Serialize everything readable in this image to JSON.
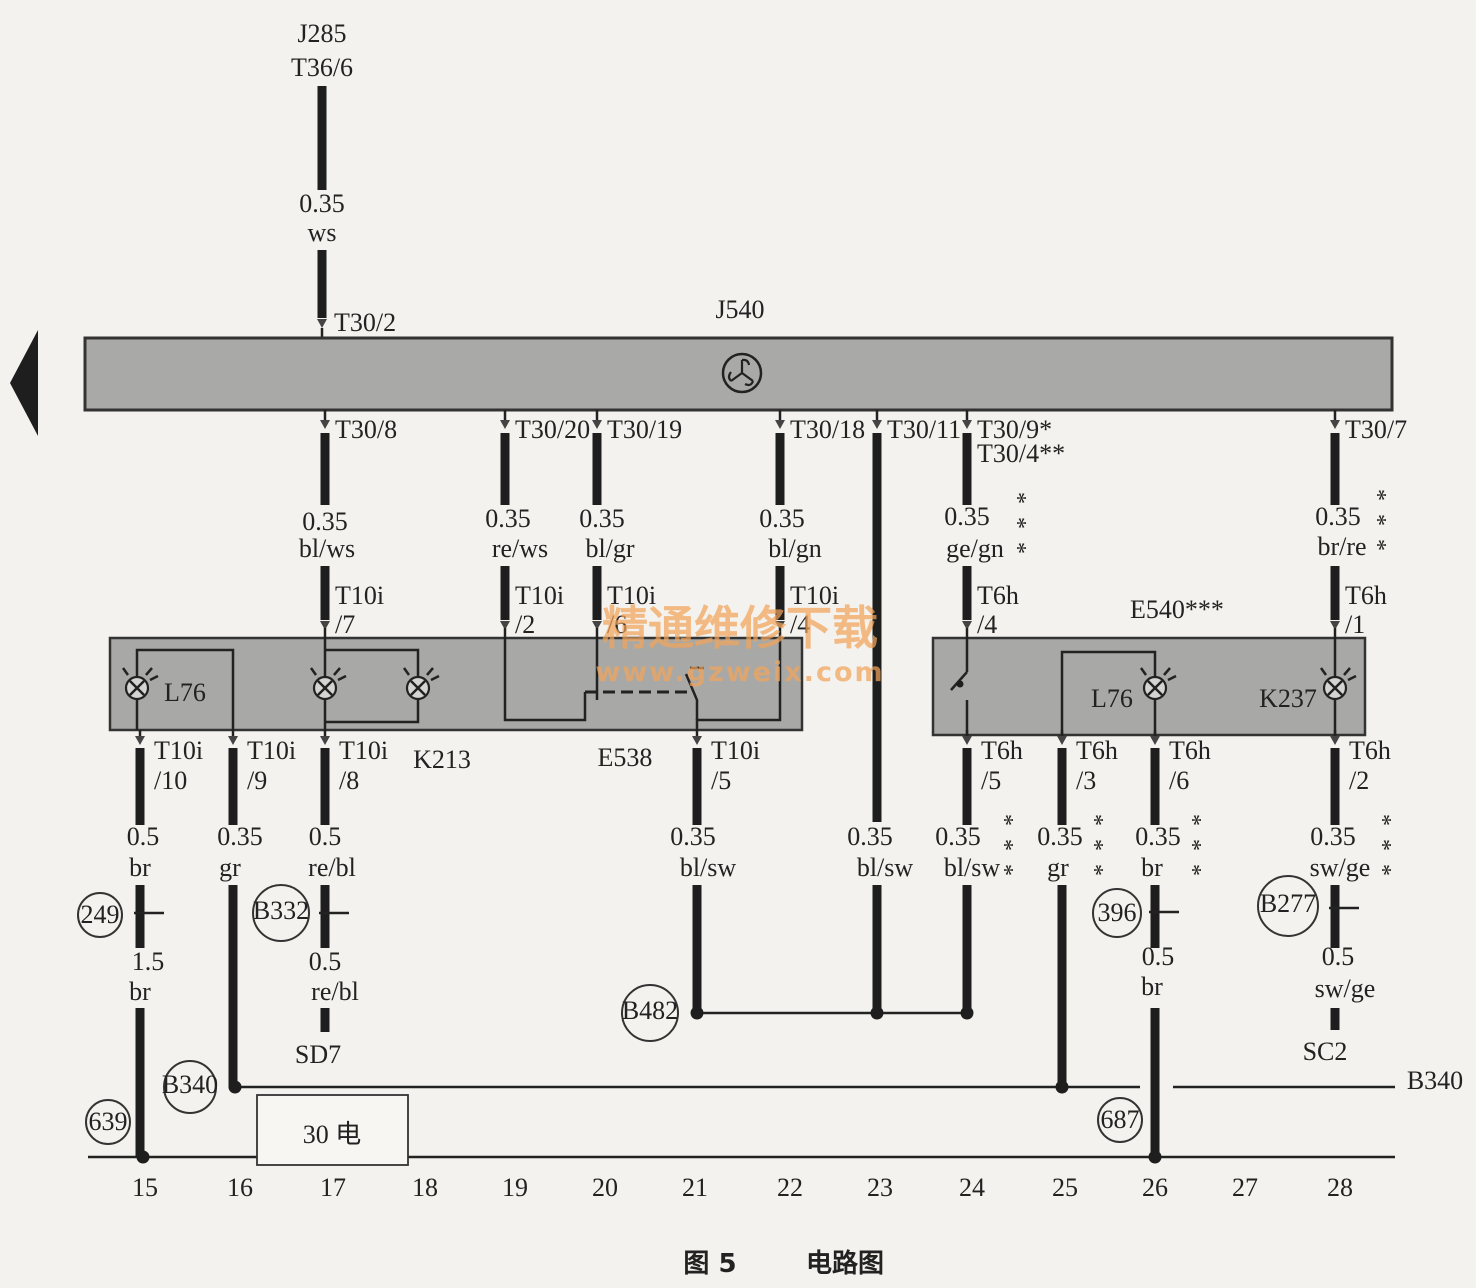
{
  "header": {
    "source_component": "J285",
    "source_pin": "T36/6"
  },
  "top_wire": {
    "gauge": "0.35",
    "color": "ws",
    "pin": "T30/2"
  },
  "j540": {
    "label": "J540"
  },
  "j540_outputs": [
    {
      "pin": "T30/8",
      "gauge": "0.35",
      "color": "bl/ws",
      "conn": "T10i",
      "conn_pin": "/7"
    },
    {
      "pin": "T30/20",
      "gauge": "0.35",
      "color": "re/ws",
      "conn": "T10i",
      "conn_pin": "/2"
    },
    {
      "pin": "T30/19",
      "gauge": "0.35",
      "color": "bl/gr",
      "conn": "T10i",
      "conn_pin": "/6"
    },
    {
      "pin": "T30/18",
      "gauge": "0.35",
      "color": "bl/gn",
      "conn": "T10i",
      "conn_pin": "/4"
    },
    {
      "pin": "T30/11",
      "gauge": "0.35",
      "color": "bl/sw"
    },
    {
      "pin": "T30/9*",
      "pin_alt": "T30/4**",
      "gauge": "0.35",
      "color": "ge/gn",
      "note": "***",
      "conn": "T6h",
      "conn_pin": "/4"
    },
    {
      "pin": "T30/7",
      "gauge": "0.35",
      "color": "br/re",
      "note": "***",
      "conn": "T6h",
      "conn_pin": "/1"
    }
  ],
  "module_left": {
    "lamp_label": "L76",
    "relay_label": "K213",
    "switch_label": "E538"
  },
  "module_right": {
    "label": "E540***",
    "lamp_label": "L76",
    "relay_label": "K237"
  },
  "module_outputs": [
    {
      "conn": "T10i",
      "conn_pin": "/10",
      "gauge": "0.5",
      "color": "br",
      "node": "249",
      "gauge2": "1.5",
      "color2": "br",
      "ground": "639"
    },
    {
      "conn": "T10i",
      "conn_pin": "/9",
      "gauge": "0.35",
      "color": "gr",
      "node": "B340"
    },
    {
      "conn": "T10i",
      "conn_pin": "/8",
      "gauge": "0.5",
      "color": "re/bl",
      "node": "B332",
      "gauge2": "0.5",
      "color2": "re/bl",
      "dest": "SD7"
    },
    {
      "conn": "T10i",
      "conn_pin": "/5",
      "gauge": "0.35",
      "color": "bl/sw",
      "node": "B482"
    },
    {
      "conn": "T6h",
      "conn_pin": "/5",
      "gauge": "0.35",
      "color": "bl/sw",
      "note": "***"
    },
    {
      "conn": "T6h",
      "conn_pin": "/3",
      "gauge": "0.35",
      "color": "gr",
      "note": "***"
    },
    {
      "conn": "T6h",
      "conn_pin": "/6",
      "gauge": "0.35",
      "color": "br",
      "note": "***",
      "node": "396",
      "gauge2": "0.5",
      "color2": "br",
      "ground": "687"
    },
    {
      "conn": "T6h",
      "conn_pin": "/2",
      "gauge": "0.35",
      "color": "sw/ge",
      "note": "***",
      "node": "B277",
      "gauge2": "0.5",
      "color2": "sw/ge",
      "dest": "SC2"
    }
  ],
  "bus": {
    "label": "B340"
  },
  "terminal_box": {
    "label": "30 电"
  },
  "columns": [
    "15",
    "16",
    "17",
    "18",
    "19",
    "20",
    "21",
    "22",
    "23",
    "24",
    "25",
    "26",
    "27",
    "28"
  ],
  "caption": {
    "figure": "图 5",
    "title": "电路图"
  },
  "watermark": {
    "line1": "精通维修下载",
    "line2": "www.gzweix.com"
  }
}
